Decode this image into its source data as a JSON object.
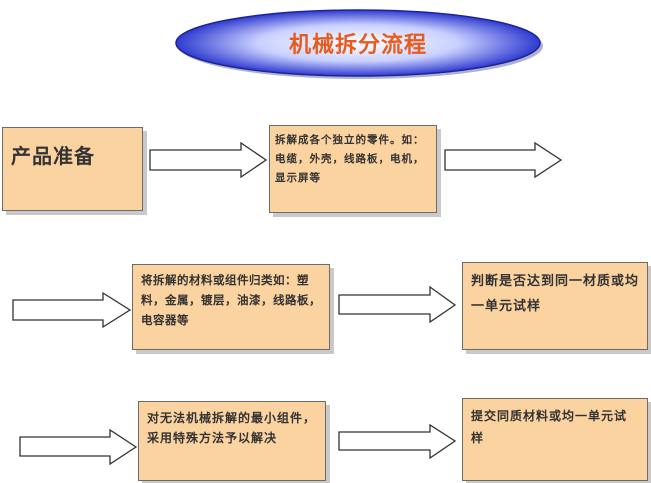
{
  "colors": {
    "box_fill": "#fbd3a0",
    "title_text": "#e65b1e",
    "title_fill_center": "#d7dcff",
    "title_fill_edge": "#3a46d8",
    "arrow_fill": "#ffffff",
    "arrow_stroke": "#333333"
  },
  "title": "机械拆分流程",
  "nodes": {
    "prepare": "产品准备",
    "disassemble": "拆解成各个独立的零件。如：电缆，外壳，线路板，电机，显示屏等",
    "classify": "将拆解的材料或组件归类如：塑料，金属，镀层，油漆，线路板，电容器等",
    "judge": "判断是否达到同一材质或均一单元试样",
    "special": "对无法机械拆解的最小组件，采用特殊方法予以解决",
    "submit": "提交同质材料或均一单元试样"
  }
}
